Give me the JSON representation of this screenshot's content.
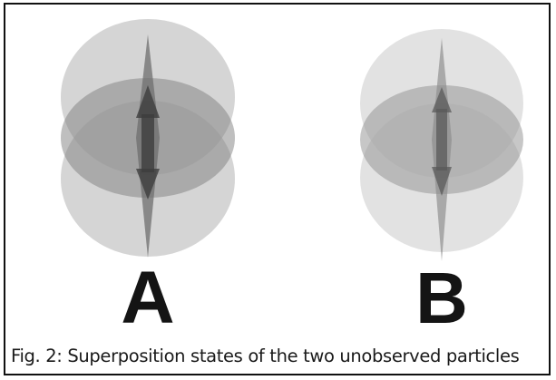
{
  "figure": {
    "labels": {
      "a": "A",
      "b": "B"
    },
    "caption": "Fig. 2: Superposition states of the two unobserved particles"
  },
  "colors": {
    "border": "#111111",
    "caption_text": "#1a1a1a",
    "label_text": "#141414",
    "circle_light_a": "#bdbdbd",
    "circle_mid": "#9c9c9c",
    "arrow_dark": "#555555",
    "circle_light_b": "#d8d8d8"
  }
}
